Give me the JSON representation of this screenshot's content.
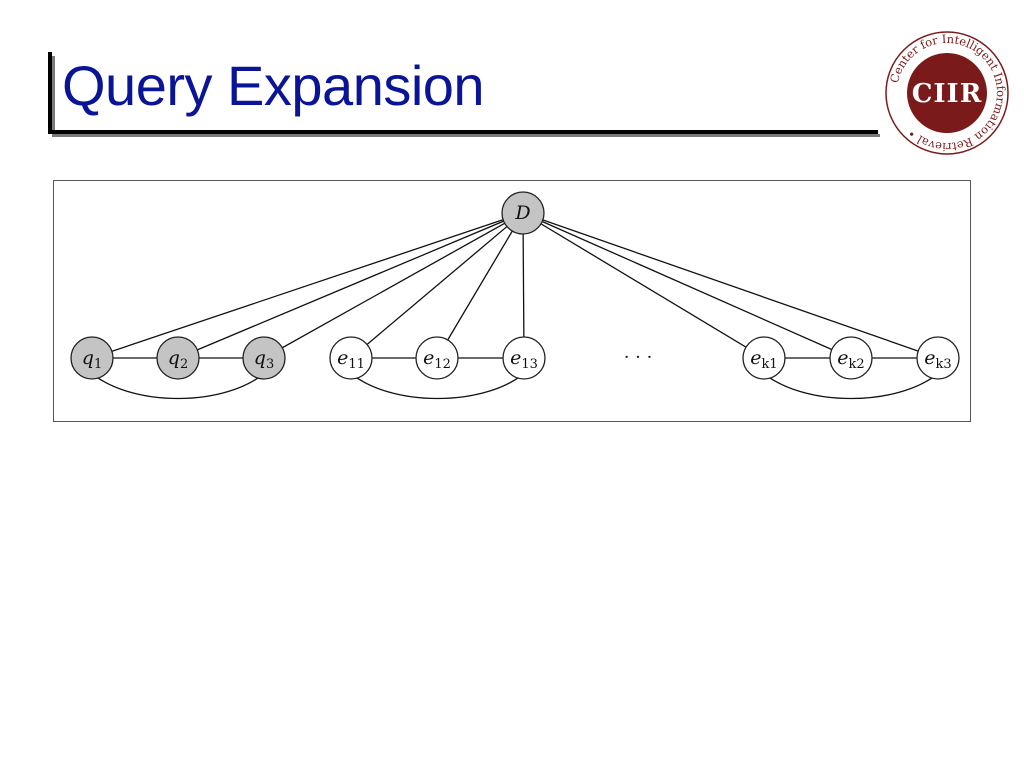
{
  "slide": {
    "title": "Query Expansion"
  },
  "logo": {
    "center_text": "CIIR",
    "ring_text": "Center for Intelligent Information Retrieval •",
    "colors": {
      "disc": "#7a1a1a",
      "ring": "#ffffff"
    }
  },
  "diagram": {
    "root": {
      "base": "D",
      "sub": ""
    },
    "query_nodes": [
      {
        "base": "q",
        "sub": "1"
      },
      {
        "base": "q",
        "sub": "2"
      },
      {
        "base": "q",
        "sub": "3"
      }
    ],
    "expansion_group_1": [
      {
        "base": "e",
        "sub": "11"
      },
      {
        "base": "e",
        "sub": "12"
      },
      {
        "base": "e",
        "sub": "13"
      }
    ],
    "ellipsis": "· · ·",
    "expansion_group_k": [
      {
        "base": "e",
        "sub": "k1"
      },
      {
        "base": "e",
        "sub": "k2"
      },
      {
        "base": "e",
        "sub": "k3"
      }
    ],
    "colors": {
      "shaded_node": "#c4c4c4",
      "open_node": "#ffffff",
      "edge": "#111111"
    }
  }
}
